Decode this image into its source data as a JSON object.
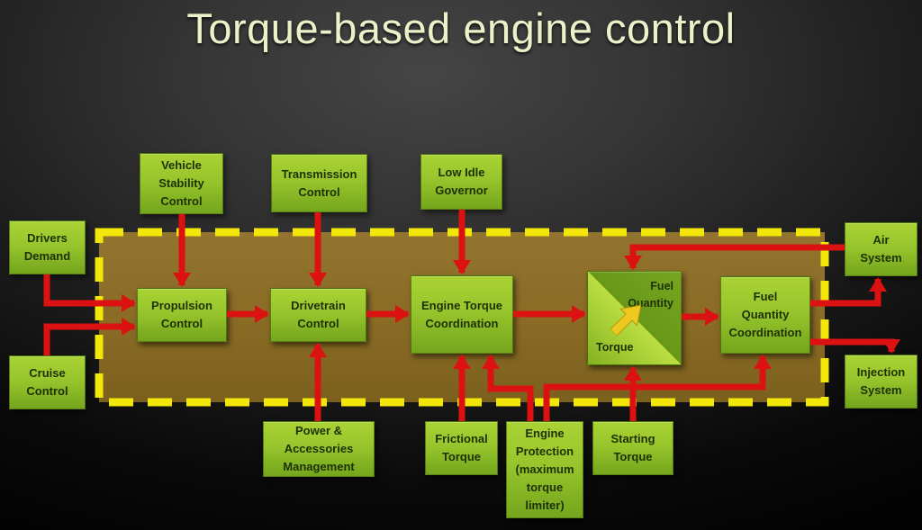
{
  "title": "Torque-based engine control",
  "nodes": {
    "vehicle_stability": "Vehicle\nStability\nControl",
    "transmission": "Transmission\nControl",
    "low_idle": "Low Idle\nGovernor",
    "drivers_demand": "Drivers\nDemand",
    "cruise": "Cruise\nControl",
    "propulsion": "Propulsion\nControl",
    "drivetrain": "Drivetrain\nControl",
    "engine_torque": "Engine Torque\nCoordination",
    "fuel_quantity_coordination": "Fuel\nQuantity\nCoordination",
    "air_system": "Air\nSystem",
    "injection_system": "Injection\nSystem",
    "power_accessories": "Power &\nAccessories\nManagement",
    "frictional": "Frictional\nTorque",
    "engine_protection": "Engine\nProtection\n(maximum\ntorque\nlimiter)",
    "starting": "Starting\nTorque"
  },
  "converter": {
    "output_label": "Fuel\nQuantity",
    "input_label": "Torque"
  },
  "edges": [
    {
      "from": "vehicle_stability",
      "to": "propulsion"
    },
    {
      "from": "transmission",
      "to": "drivetrain"
    },
    {
      "from": "low_idle",
      "to": "engine_torque"
    },
    {
      "from": "drivers_demand",
      "to": "propulsion"
    },
    {
      "from": "cruise",
      "to": "propulsion"
    },
    {
      "from": "propulsion",
      "to": "drivetrain"
    },
    {
      "from": "drivetrain",
      "to": "engine_torque"
    },
    {
      "from": "engine_torque",
      "to": "converter"
    },
    {
      "from": "converter",
      "to": "fuel_quantity_coordination"
    },
    {
      "from": "air_system",
      "to": "converter"
    },
    {
      "from": "fuel_quantity_coordination",
      "to": "air_system"
    },
    {
      "from": "fuel_quantity_coordination",
      "to": "injection_system"
    },
    {
      "from": "power_accessories",
      "to": "drivetrain"
    },
    {
      "from": "frictional",
      "to": "engine_torque"
    },
    {
      "from": "engine_protection",
      "to": "engine_torque"
    },
    {
      "from": "engine_protection",
      "to": "fuel_quantity_coordination"
    },
    {
      "from": "starting",
      "to": "converter"
    }
  ],
  "colors": {
    "title_text": "#ebf2ca",
    "node_green_top": "#aad334",
    "node_green_bottom": "#74a61d",
    "node_text": "#1e3104",
    "arrow_red": "#dc1111",
    "boundary_dash_yellow": "#f3e70a",
    "panel_brown": "#8a6c25",
    "converter_arrow_gold": "#edc91f",
    "background_dark": "#0a0a0a"
  }
}
